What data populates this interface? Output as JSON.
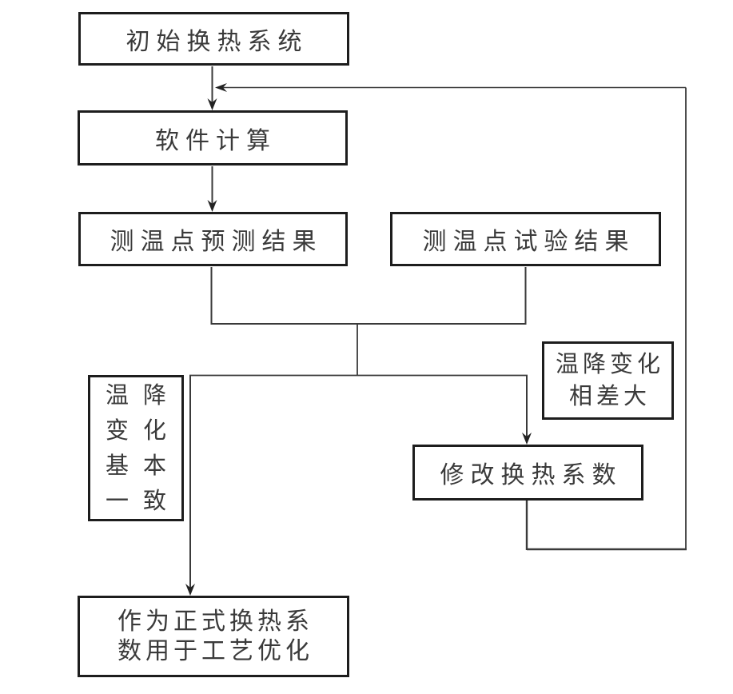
{
  "diagram": {
    "background": "#ffffff",
    "colors": {
      "line": "#3a3a3a",
      "arrow": "#222222",
      "box_border": "#1d1d1d",
      "text": "#3a3a3a"
    },
    "nodes": {
      "initial": {
        "label": "初始换热系统"
      },
      "software": {
        "label": "软件计算"
      },
      "predicted": {
        "label": "测温点预测结果"
      },
      "test": {
        "label": "测温点试验结果"
      },
      "modify": {
        "label": "修改换热系数"
      },
      "final": {
        "line1": "作为正式换热系",
        "line2": "数用于工艺优化"
      },
      "label_consistent": {
        "line1": "温降",
        "line2": "变化",
        "line3": "基本",
        "line4": "一致"
      },
      "label_differ": {
        "line1": "温降变化",
        "line2": "相差大"
      }
    }
  }
}
